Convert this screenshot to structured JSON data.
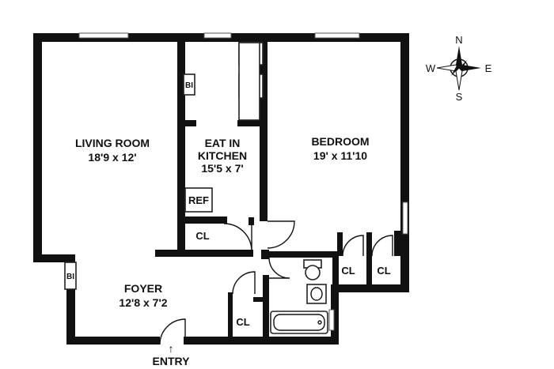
{
  "rooms": {
    "living_room": {
      "name": "LIVING ROOM",
      "size": "18'9 x 12'"
    },
    "kitchen": {
      "name_line1": "EAT IN",
      "name_line2": "KITCHEN",
      "size": "15'5 x 7'"
    },
    "bedroom": {
      "name": "BEDROOM",
      "size": "19' x 11'10"
    },
    "foyer": {
      "name": "FOYER",
      "size": "12'8 x 7'2"
    }
  },
  "closets": {
    "kitchen_closet": "CL",
    "foyer_closet": "CL",
    "bedroom_closet_left": "CL",
    "bedroom_closet_right": "CL"
  },
  "fixtures": {
    "built_in_kitchen": "BI",
    "built_in_foyer": "BI",
    "refrigerator": "REF"
  },
  "entry": {
    "label": "ENTRY",
    "arrow": "↑"
  },
  "compass": {
    "north": "N",
    "south": "S",
    "east": "E",
    "west": "W"
  },
  "colors": {
    "walls": "#111111",
    "background": "#ffffff"
  }
}
